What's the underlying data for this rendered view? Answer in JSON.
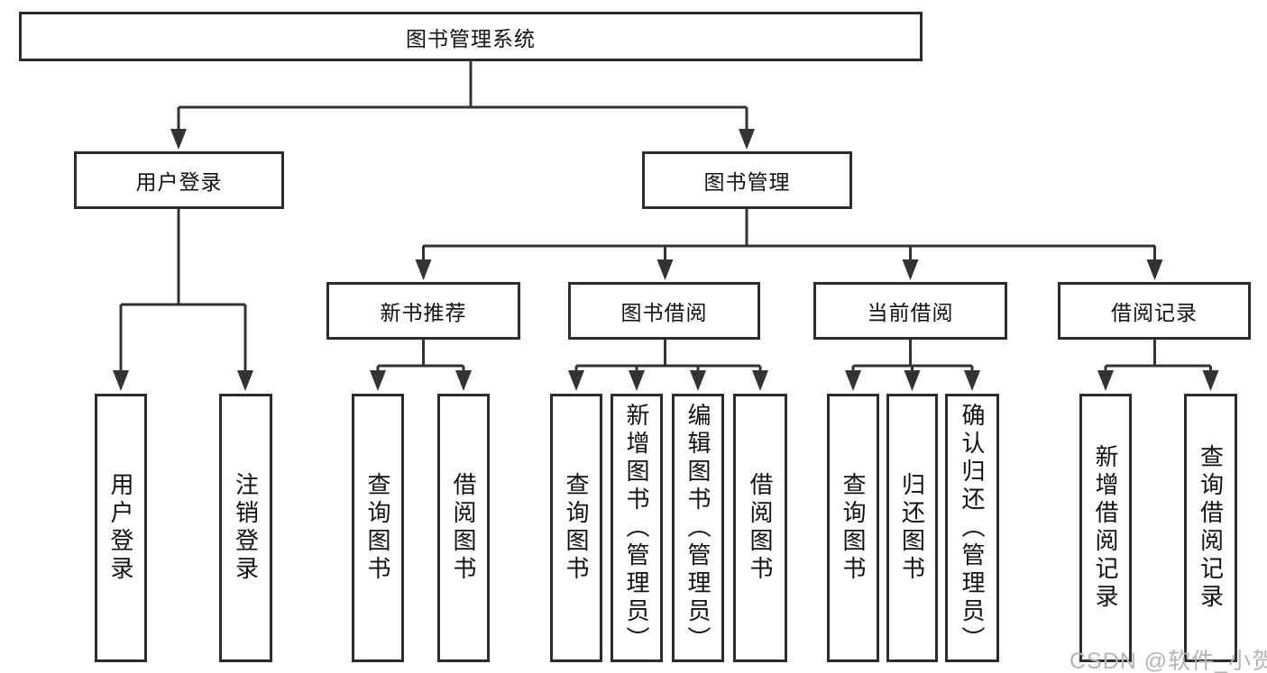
{
  "nodes": {
    "root": {
      "label": "图书管理系统"
    },
    "level2": [
      {
        "label": "用户登录"
      },
      {
        "label": "图书管理"
      }
    ],
    "level3": [
      {
        "label": "新书推荐",
        "parent": "图书管理"
      },
      {
        "label": "图书借阅",
        "parent": "图书管理"
      },
      {
        "label": "当前借阅",
        "parent": "图书管理"
      },
      {
        "label": "借阅记录",
        "parent": "图书管理"
      }
    ],
    "leaves": [
      {
        "label": "用户登录",
        "parent": "用户登录"
      },
      {
        "label": "注销登录",
        "parent": "用户登录"
      },
      {
        "label": "查询图书",
        "parent": "新书推荐"
      },
      {
        "label": "借阅图书",
        "parent": "新书推荐"
      },
      {
        "label": "查询图书",
        "parent": "图书借阅"
      },
      {
        "label": "新增图书（管理员）",
        "parent": "图书借阅"
      },
      {
        "label": "编辑图书（管理员）",
        "parent": "图书借阅"
      },
      {
        "label": "借阅图书",
        "parent": "图书借阅"
      },
      {
        "label": "查询图书",
        "parent": "当前借阅"
      },
      {
        "label": "归还图书",
        "parent": "当前借阅"
      },
      {
        "label": "确认归还（管理员）",
        "parent": "当前借阅"
      },
      {
        "label": "新增借阅记录",
        "parent": "借阅记录"
      },
      {
        "label": "查询借阅记录",
        "parent": "借阅记录"
      }
    ]
  },
  "watermark": {
    "text": "CSDN @软件_小贺同学"
  },
  "colors": {
    "line": "#333333",
    "border": "#2d2d2d",
    "text": "#111111",
    "watermark": "#b5b5b5",
    "background": "#ffffff"
  }
}
